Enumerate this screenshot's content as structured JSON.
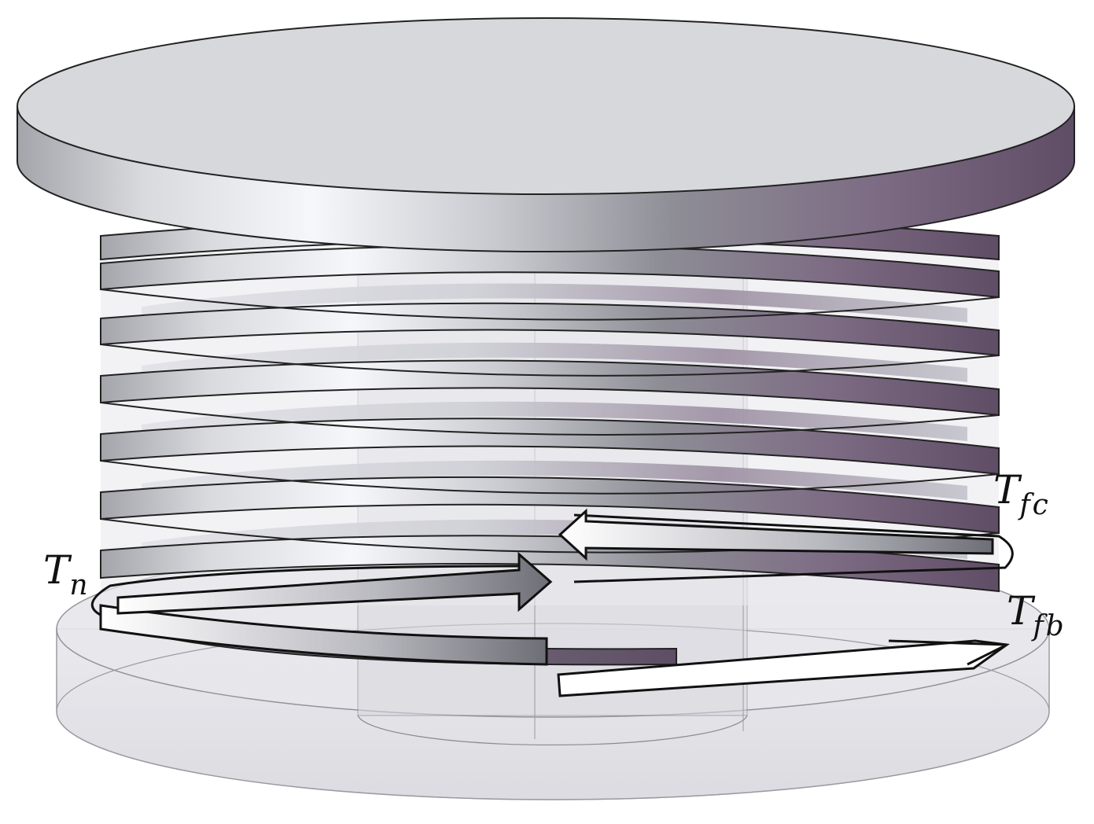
{
  "labels": {
    "tfc": {
      "main": "T",
      "sub": "fc"
    },
    "tn": {
      "main": "T",
      "sub": "n"
    },
    "tfb": {
      "main": "T",
      "sub": "fb"
    }
  },
  "colors": {
    "metal_light": "#f4f5f8",
    "metal_mid": "#9a9aa2",
    "metal_purple": "#7e6a84",
    "ghost_fill": "#dcdde3",
    "outline": "#111111"
  }
}
